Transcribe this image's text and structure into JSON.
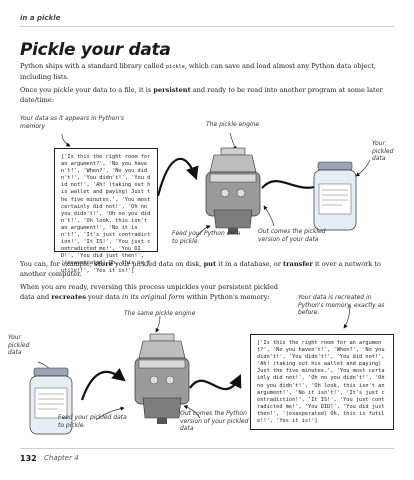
{
  "header": {
    "section": "in a pickle"
  },
  "title": "Pickle your data",
  "intro": {
    "p1_pre": "Python ships with a standard library called ",
    "p1_code": "pickle",
    "p1_post": ", which can save and load almost any Python data object, including lists.",
    "p2_a": "Once you ",
    "p2_b": "pickle",
    "p2_c": " your data to a file, it is ",
    "p2_d": "persistent",
    "p2_e": " and ready to be read into another program at some later date/time:"
  },
  "diagram1": {
    "code": "['Is this the right room for an argument?', 'No you haven't!', 'When?', 'No you didn't!', 'You didn't!', 'You did not!', 'Ah! (taking out his wallet and paying) Just the five minutes.', 'You most certainly did not!', 'Oh no you didn't!', 'Oh no you didn't!', 'Oh look, this isn't an argument!', 'No it isn't!', 'It's just contradiction!', 'It IS!', 'You just contradicted me!', 'You DID!', 'You did just then!', '(exasperated) Oh, this is futile!!', 'Yes it is!']",
    "label_memory": "Your data as it appears in Python's memory",
    "label_engine": "The pickle engine",
    "label_feed": "Feed your Python data to pickle.",
    "label_out": "Out comes the pickled version of your data",
    "label_jar": "Your pickled data"
  },
  "middle": {
    "m1_a": "You can, for example, ",
    "m1_b": "store",
    "m1_c": " your pickled data on disk, ",
    "m1_d": "put",
    "m1_e": " it in a database, or ",
    "m1_f": "transfer",
    "m1_g": " it over a network to another computer.",
    "m2_a": "When you are ready, reversing this process unpickles your persistent pickled data and ",
    "m2_b": "recreates",
    "m2_c": " your data ",
    "m2_d": "in its original form",
    "m2_e": " within Python's memory:"
  },
  "diagram2": {
    "code": "['Is this the right room for an argument?', 'No you haven't!', 'When?', 'No you didn't!', 'You didn't!', 'You did not!', 'Ah! (taking out his wallet and paying) Just the five minutes.', 'You most certainly did not!', 'Oh no you didn't!', 'Oh no you didn't!', 'Oh look, this isn't an argument!', 'No it isn't!', 'It's just contradiction!', 'It IS!', 'You just contradicted me!', 'You DID!', 'You did just then!', '(exasperated) Oh, this is futile!!', 'Yes it is!']",
    "label_recreated": "Your data is recreated in Python's memory, exactly as before.",
    "label_engine": "The same pickle engine",
    "label_jar": "Your pickled data",
    "label_feed": "Feed your pickled data to pickle.",
    "label_out": "Out comes the Python version of your pickled data"
  },
  "footer": {
    "page": "132",
    "chapter": "Chapter 4"
  }
}
